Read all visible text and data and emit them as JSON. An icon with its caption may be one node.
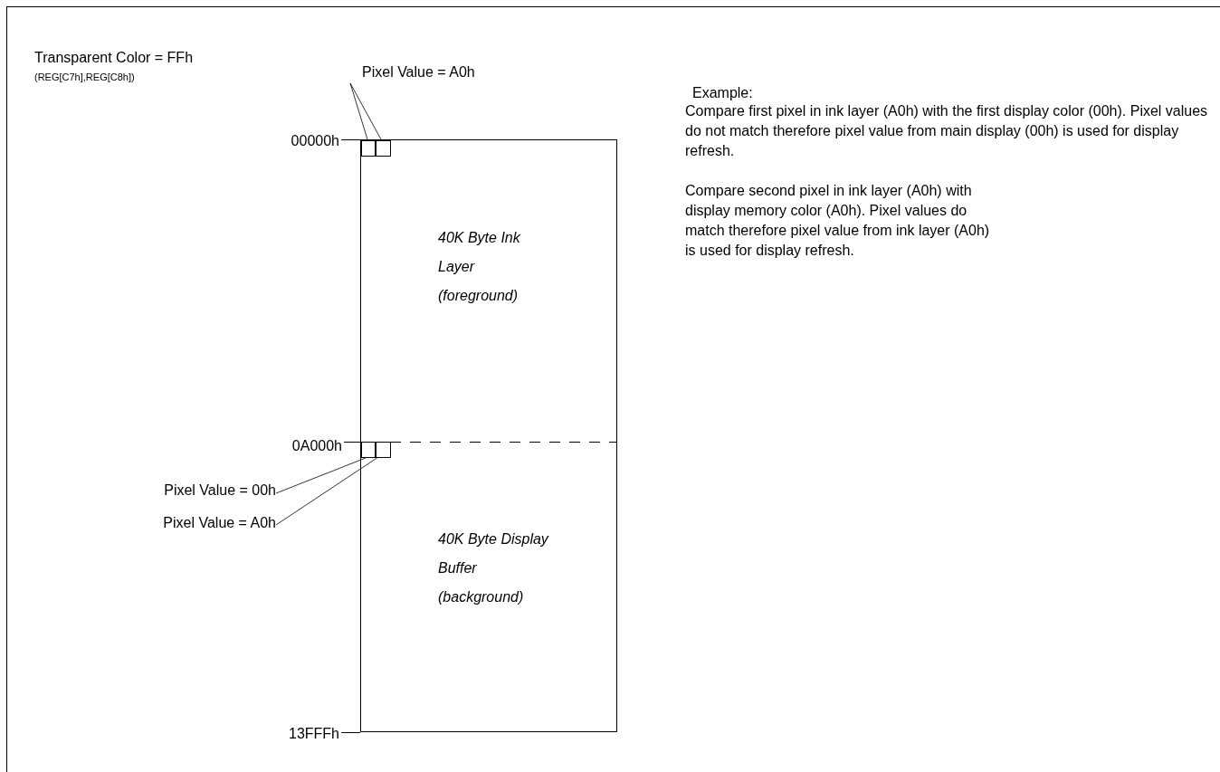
{
  "diagram": {
    "nodes": [
      {
        "text": [
          "40K Byte Ink Layer (foreground)"
        ]
      },
      {
        "text": [
          "40K Byte Display Buffer (background)"
        ]
      },
      {
        "text": [
          "Pixel Value = A0h"
        ]
      },
      {
        "text": [],
        "shape": "box",
        "in": 0
      },
      {
        "text": [],
        "shape": "box",
        "in": 0
      },
      {
        "text": [
          "Pixel Value = 00h"
        ]
      },
      {
        "text": [
          "Pixel Value = A0h"
        ]
      },
      {
        "text": [],
        "shape": "box",
        "in": 1
      },
      {
        "text": [],
        "shape": "box",
        "in": 1
      }
    ],
    "edges": [
      {
        "from": 2,
        "to": 3,
        "arrow": "none"
      },
      {
        "from": 2,
        "to": 4,
        "arrow": "none"
      },
      {
        "from": 5,
        "to": 7,
        "arrow": "none"
      },
      {
        "from": 6,
        "to": 8,
        "arrow": "none"
      }
    ],
    "labels": [
      "Transparent Color = FFh",
      "(REG[C7h],REG[C8h])",
      "00000h",
      "0A000h",
      "13FFFh",
      "Example:",
      "Compare first pixel in ink layer (A0h) with the first display color (00h). Pixel values do not match therefore pixel value from main display (00h) is used for display refresh.",
      "Compare second pixel in ink layer (A0h) with display memory color (A0h). Pixel values do match therefore pixel value from ink layer (A0h) is used for display refresh."
    ]
  }
}
